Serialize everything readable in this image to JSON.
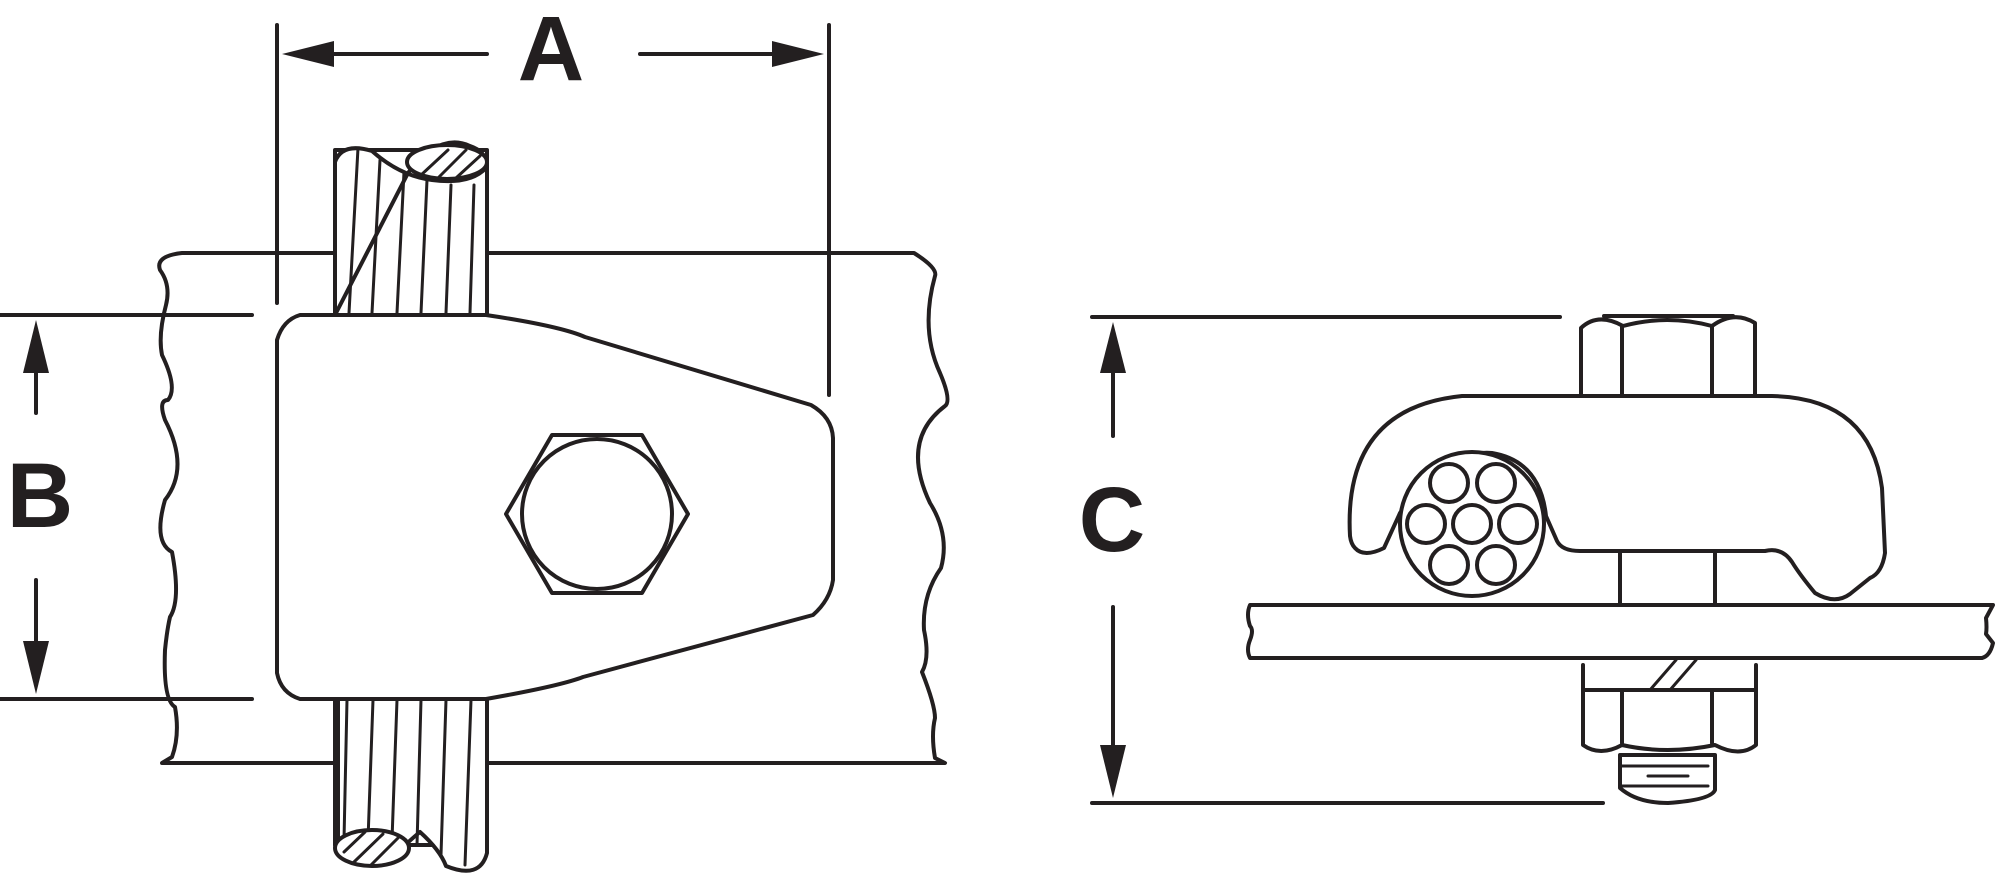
{
  "dimensions": {
    "a": {
      "label": "A"
    },
    "b": {
      "label": "B"
    },
    "c": {
      "label": "C"
    }
  },
  "colors": {
    "stroke": "#231f20",
    "background": "#ffffff"
  }
}
